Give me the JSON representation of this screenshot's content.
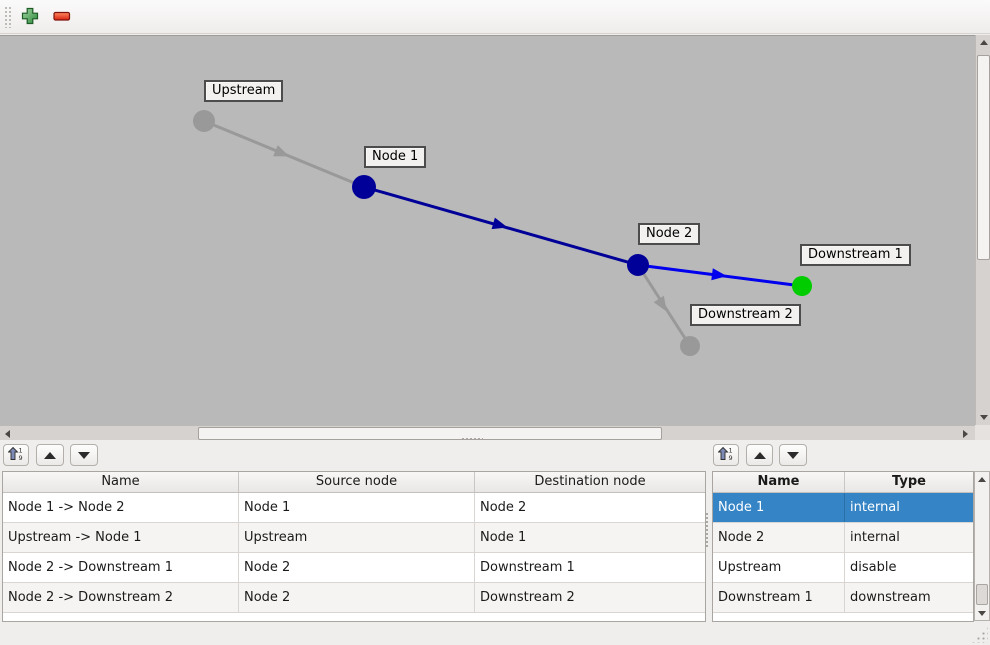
{
  "toolbar": {
    "add_icon": "plus-icon",
    "remove_icon": "minus-icon",
    "add_color": "#3f9e4a",
    "remove_color": "#e8402a"
  },
  "graph": {
    "canvas_background": "#b9b9b9",
    "selection_color": "#3584c5",
    "nodes": [
      {
        "label": "Upstream",
        "color": "#999999"
      },
      {
        "label": "Node 1",
        "color": "#000099"
      },
      {
        "label": "Node 2",
        "color": "#000099"
      },
      {
        "label": "Downstream 1",
        "color": "#00cc00"
      },
      {
        "label": "Downstream 2",
        "color": "#999999"
      }
    ],
    "edges": [
      {
        "from": "Upstream",
        "to": "Node 1",
        "color": "#999999"
      },
      {
        "from": "Node 1",
        "to": "Node 2",
        "color": "#000099"
      },
      {
        "from": "Node 2",
        "to": "Downstream 1",
        "color": "#0000ee"
      },
      {
        "from": "Node 2",
        "to": "Downstream 2",
        "color": "#999999"
      }
    ]
  },
  "edge_list": {
    "toolbar": {
      "sort_icon": "sort-ascending-icon",
      "up_icon": "up-arrow-icon",
      "down_icon": "down-arrow-icon"
    },
    "headers": [
      "Name",
      "Source node",
      "Destination node"
    ],
    "rows": [
      {
        "name": "Node 1 -> Node 2",
        "source": "Node 1",
        "destination": "Node 2"
      },
      {
        "name": "Upstream -> Node 1",
        "source": "Upstream",
        "destination": "Node 1"
      },
      {
        "name": "Node 2 -> Downstream 1",
        "source": "Node 2",
        "destination": "Downstream 1"
      },
      {
        "name": "Node 2 -> Downstream 2",
        "source": "Node 2",
        "destination": "Downstream 2"
      }
    ]
  },
  "node_list": {
    "toolbar": {
      "sort_icon": "sort-ascending-icon",
      "up_icon": "up-arrow-icon",
      "down_icon": "down-arrow-icon"
    },
    "headers": [
      "Name",
      "Type"
    ],
    "selected_row": "Node 1",
    "rows": [
      {
        "name": "Node 1",
        "type": "internal"
      },
      {
        "name": "Node 2",
        "type": "internal"
      },
      {
        "name": "Upstream",
        "type": "disable"
      },
      {
        "name": "Downstream 1",
        "type": "downstream"
      }
    ]
  }
}
